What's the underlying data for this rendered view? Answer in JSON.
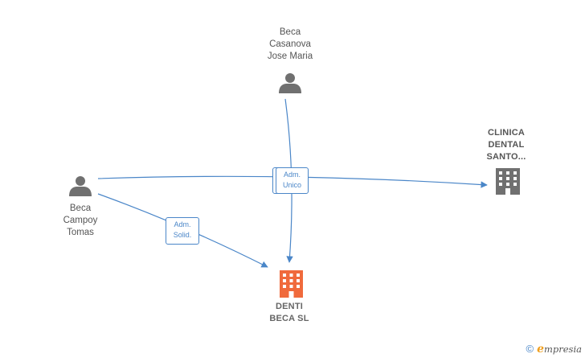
{
  "colors": {
    "edge": "#4a86c8",
    "person_icon": "#707070",
    "company_icon": "#707070",
    "main_company_icon": "#f06a3c"
  },
  "nodes": {
    "casanova": {
      "lines": [
        "Beca",
        "Casanova",
        "Jose Maria"
      ],
      "icon": "person-icon"
    },
    "campoy": {
      "lines": [
        "Beca",
        "Campoy",
        "Tomas"
      ],
      "icon": "person-icon"
    },
    "clinica": {
      "lines": [
        "CLINICA",
        "DENTAL",
        "SANTO..."
      ],
      "icon": "building-icon"
    },
    "denti": {
      "lines": [
        "DENTI",
        "BECA SL"
      ],
      "icon": "building-icon"
    }
  },
  "edge_labels": {
    "adm_unico": [
      "Adm.",
      "Unico"
    ],
    "adm_solid": [
      "Adm.",
      "Solid."
    ]
  },
  "watermark": {
    "copyright": "©",
    "logo_first": "e",
    "logo_rest": "mpresia"
  }
}
